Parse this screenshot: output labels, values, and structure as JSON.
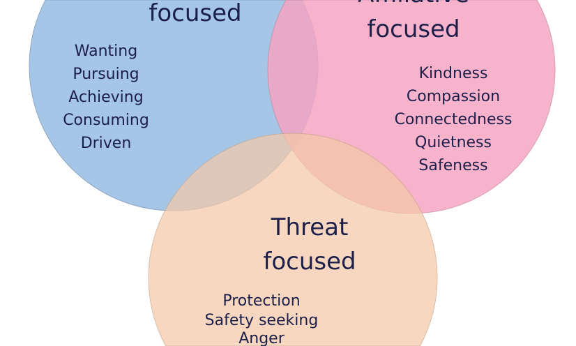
{
  "circles": {
    "drive": {
      "title_line2": "focused",
      "color": "#a6c6e8",
      "items": [
        "Wanting",
        "Pursuing",
        "Achieving",
        "Consuming",
        "Driven"
      ]
    },
    "affiliative": {
      "title_line1": "Affiliative",
      "title_line2": "focused",
      "color": "#f7a3c2",
      "items": [
        "Kindness",
        "Compassion",
        "Connectedness",
        "Quietness",
        "Safeness"
      ]
    },
    "threat": {
      "title_line1": "Threat",
      "title_line2": "focused",
      "color": "#f4c9a8",
      "items": [
        "Protection",
        "Safety seeking",
        "Anger"
      ]
    }
  }
}
